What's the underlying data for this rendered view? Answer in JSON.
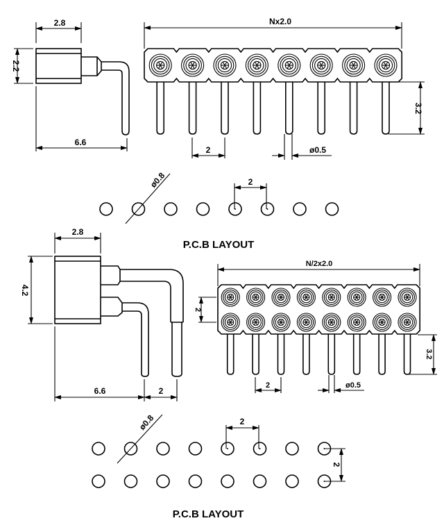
{
  "drawing": {
    "line_color": "#000000",
    "background": "#ffffff",
    "single_row": {
      "side_view": {
        "width_label": "2.8",
        "height_label": "2.2",
        "depth_label": "6.6"
      },
      "front_view": {
        "length_label": "Nx2.0",
        "pin_pitch_label": "2",
        "pin_diameter_label": "ø0.5",
        "pin_length_label": "3.2",
        "positions": 8
      },
      "pcb_layout": {
        "title": "P.C.B LAYOUT",
        "hole_diameter_label": "ø0.8",
        "pitch_label": "2",
        "holes": 8
      }
    },
    "double_row": {
      "side_view": {
        "width_label": "2.8",
        "height_label": "4.2",
        "depth_label": "6.6",
        "row_pitch_label": "2"
      },
      "front_view": {
        "length_label": "N/2x2.0",
        "row_pitch_label": "2",
        "pin_pitch_label": "2",
        "pin_diameter_label": "ø0.5",
        "pin_length_label": "3.2",
        "positions_per_row": 8
      },
      "pcb_layout": {
        "title": "P.C.B LAYOUT",
        "hole_diameter_label": "ø0.8",
        "pitch_label": "2",
        "row_pitch_label": "2",
        "holes_per_row": 8
      }
    }
  }
}
